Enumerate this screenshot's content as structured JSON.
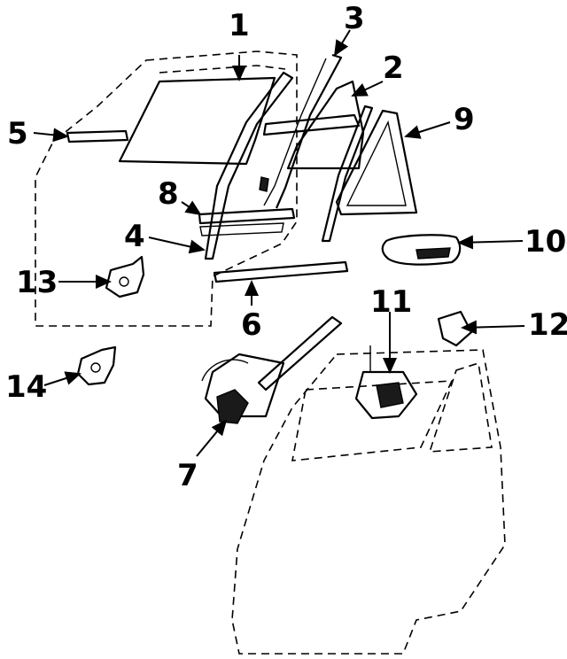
{
  "colors": {
    "line": "#000000",
    "background": "#ffffff"
  },
  "callouts": [
    {
      "id": "1",
      "label": "1"
    },
    {
      "id": "2",
      "label": "2"
    },
    {
      "id": "3",
      "label": "3"
    },
    {
      "id": "4",
      "label": "4"
    },
    {
      "id": "5",
      "label": "5"
    },
    {
      "id": "6",
      "label": "6"
    },
    {
      "id": "7",
      "label": "7"
    },
    {
      "id": "8",
      "label": "8"
    },
    {
      "id": "9",
      "label": "9"
    },
    {
      "id": "10",
      "label": "10"
    },
    {
      "id": "11",
      "label": "11"
    },
    {
      "id": "12",
      "label": "12"
    },
    {
      "id": "13",
      "label": "13"
    },
    {
      "id": "14",
      "label": "14"
    }
  ]
}
